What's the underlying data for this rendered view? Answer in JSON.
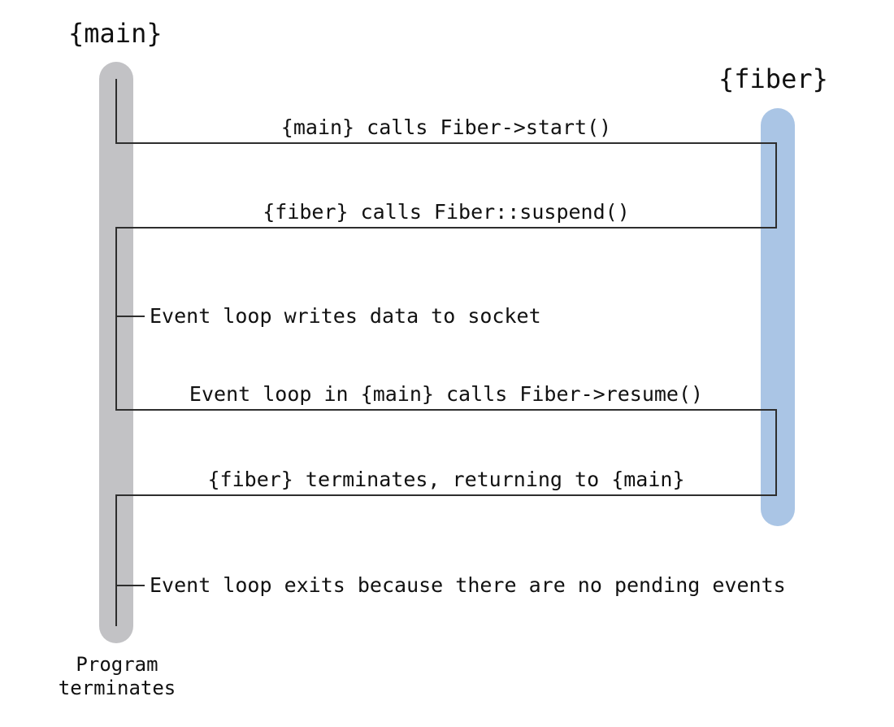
{
  "diagram": {
    "type": "sequence",
    "actors": [
      {
        "id": "main",
        "label": "{main}",
        "bar_color": "#c2c2c5"
      },
      {
        "id": "fiber",
        "label": "{fiber}",
        "bar_color": "#aac5e5"
      }
    ],
    "messages": [
      {
        "label": "{main} calls Fiber->start()",
        "kind": "call",
        "from": "main",
        "to": "fiber"
      },
      {
        "label": "{fiber} calls Fiber::suspend()",
        "kind": "return",
        "from": "fiber",
        "to": "main"
      },
      {
        "label": "Event loop writes data to socket",
        "kind": "self-event",
        "actor": "main"
      },
      {
        "label": "Event loop in {main} calls Fiber->resume()",
        "kind": "call",
        "from": "main",
        "to": "fiber"
      },
      {
        "label": "{fiber} terminates, returning to {main}",
        "kind": "return",
        "from": "fiber",
        "to": "main"
      },
      {
        "label": "Event loop exits because there are no pending events",
        "kind": "self-event",
        "actor": "main"
      }
    ],
    "footer": {
      "line1": "Program",
      "line2": "terminates"
    },
    "colors": {
      "background": "#ffffff",
      "main_bar": "#c2c2c5",
      "fiber_bar": "#aac5e5",
      "line": "#2e2e2e",
      "text": "#111111"
    }
  }
}
